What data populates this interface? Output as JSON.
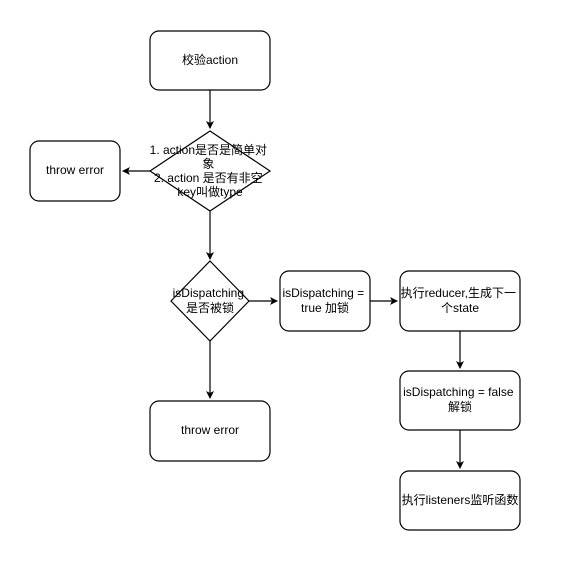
{
  "diagram": {
    "nodes": {
      "validate_action": {
        "lines": [
          "校验action"
        ]
      },
      "check_action": {
        "lines": [
          "1. action是否是简单对",
          "象",
          "2. action 是否有非空",
          "key叫做type"
        ]
      },
      "throw_error_top": {
        "lines": [
          "throw error"
        ]
      },
      "is_dispatching": {
        "lines": [
          "isDispatching",
          "是否被锁"
        ]
      },
      "lock": {
        "lines": [
          "isDispatching =",
          "true 加锁"
        ]
      },
      "run_reducer": {
        "lines": [
          "执行reducer,生成下一",
          "个state"
        ]
      },
      "throw_error_bottom": {
        "lines": [
          "throw error"
        ]
      },
      "unlock": {
        "lines": [
          "isDispatching = false",
          "解锁"
        ]
      },
      "run_listeners": {
        "lines": [
          "执行listeners监听函数"
        ]
      }
    },
    "colors": {
      "stroke": "#000000",
      "fill": "#ffffff",
      "text": "#000000"
    }
  }
}
